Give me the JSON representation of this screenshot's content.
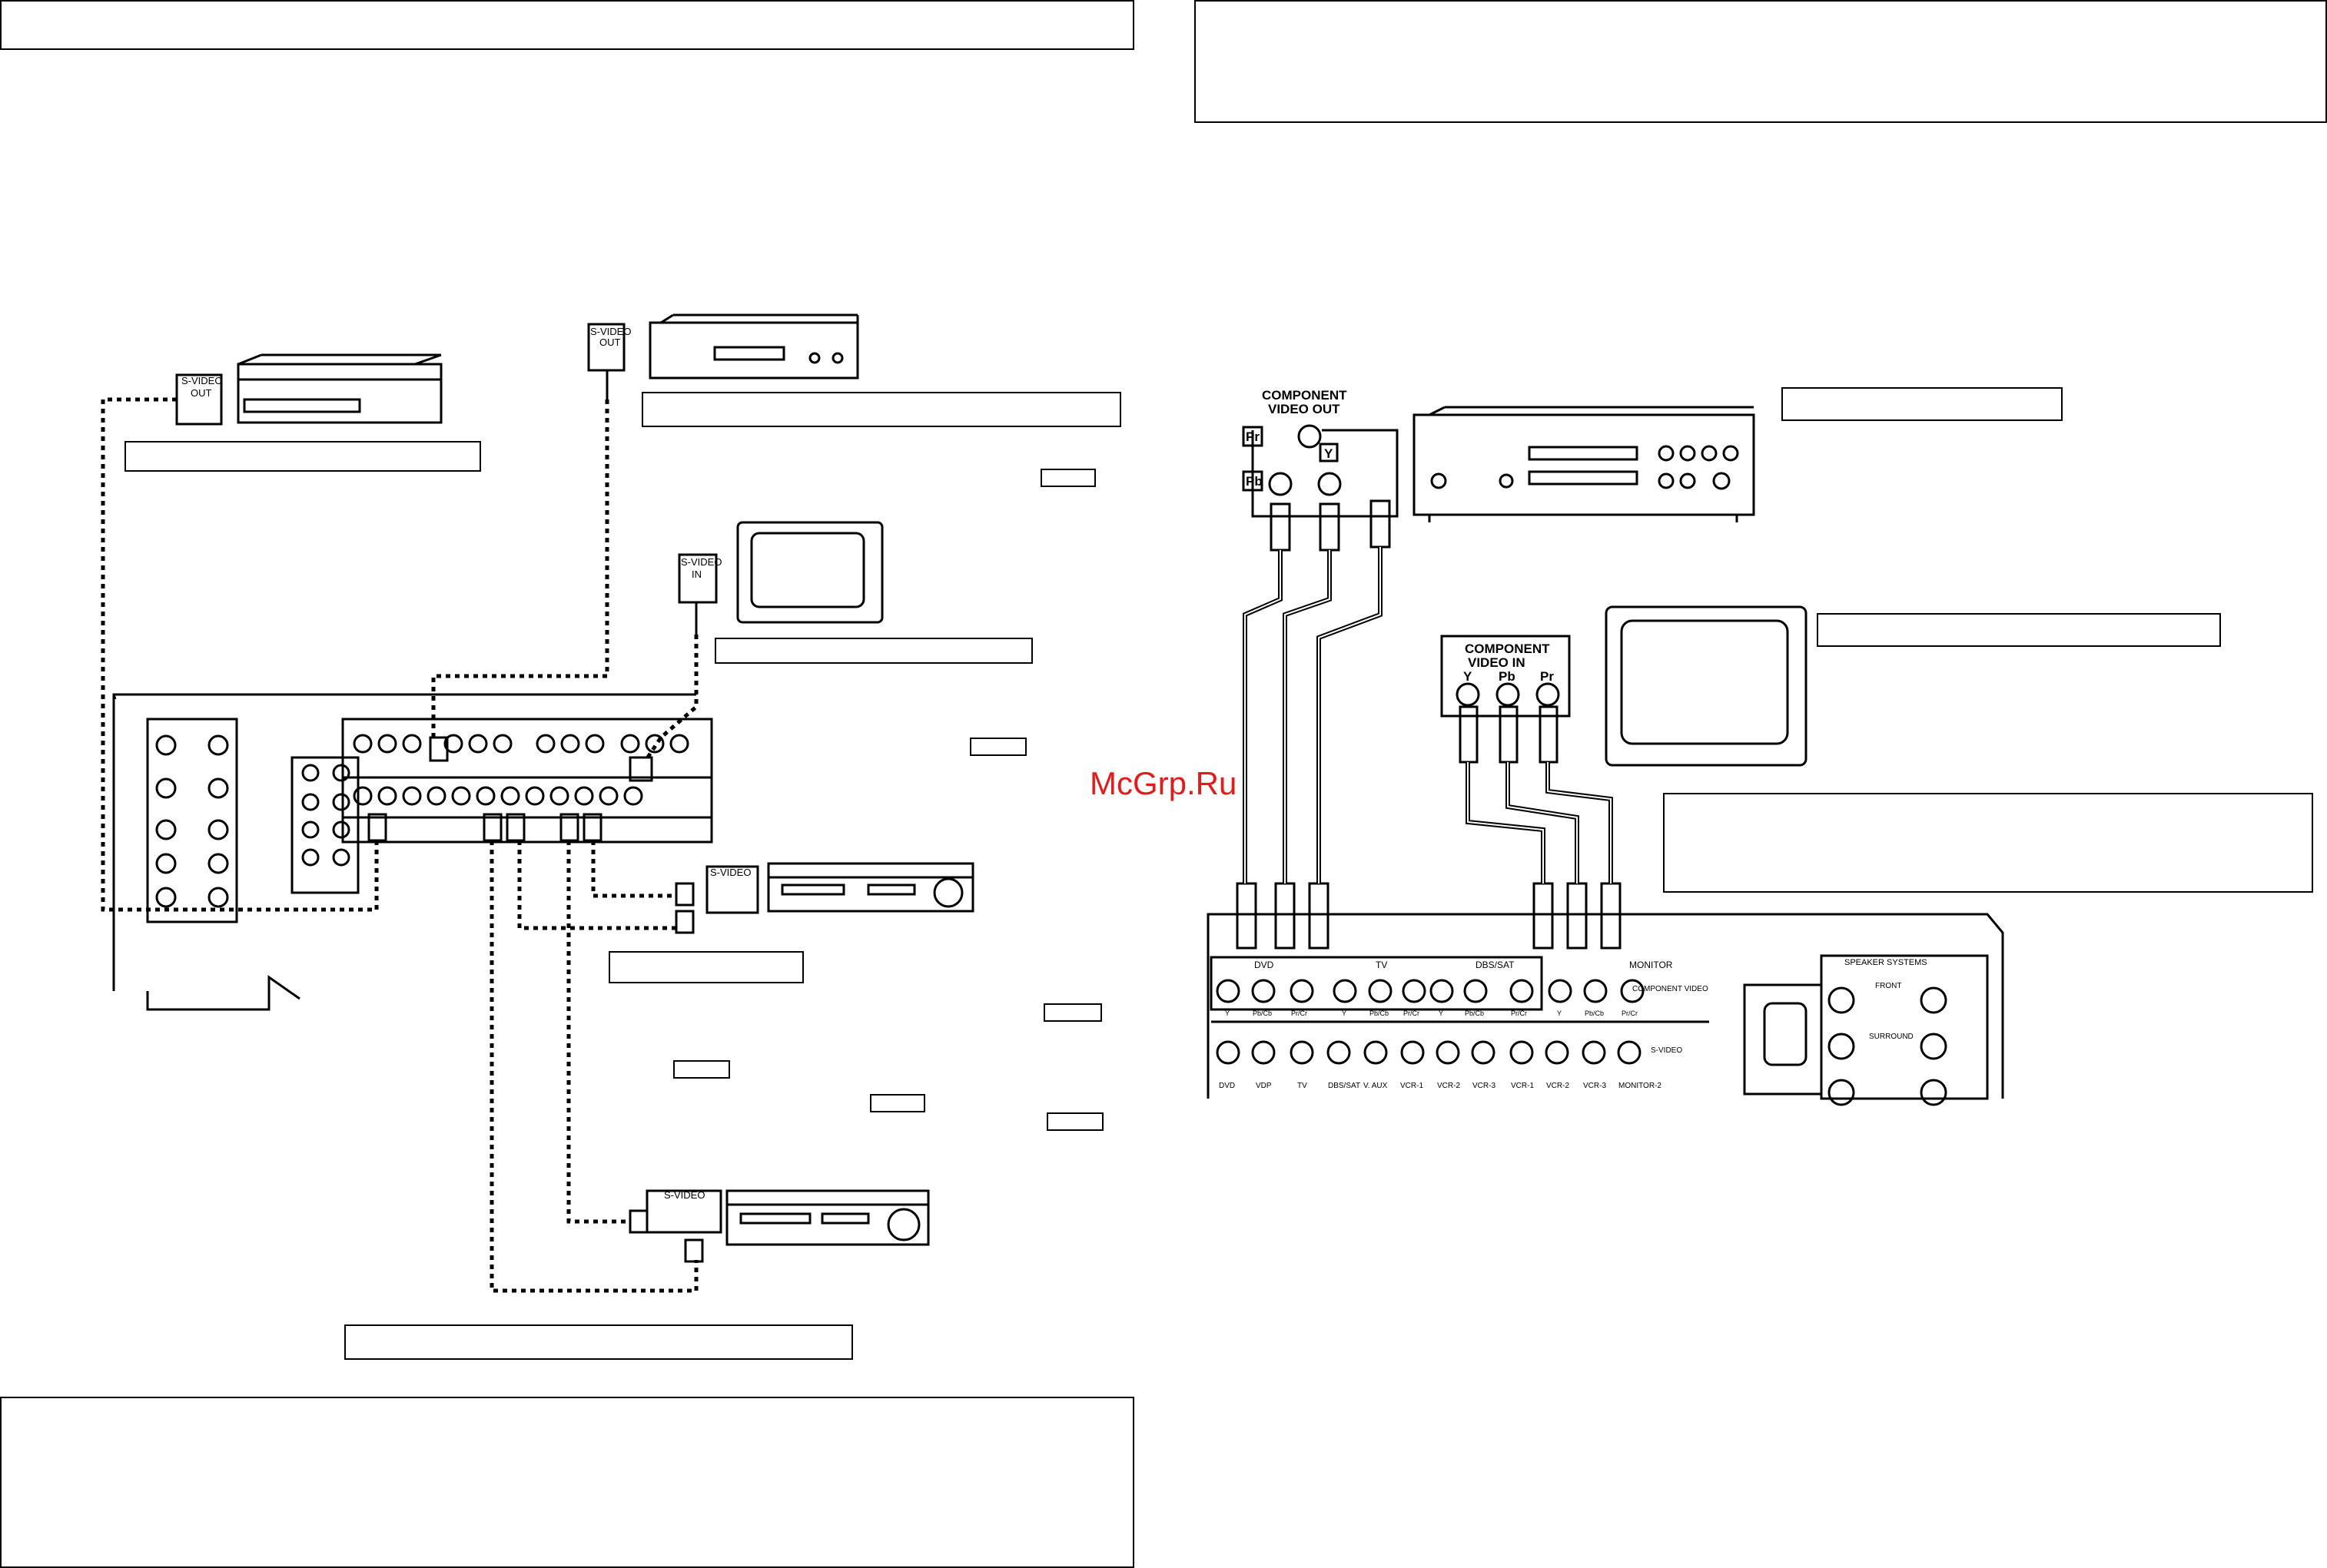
{
  "watermark": "McGrp.Ru",
  "left_diagram": {
    "svideo_out_label_1": "S-VIDEO",
    "svideo_out_sub_1": "OUT",
    "svideo_out_label_2": "S-VIDEO",
    "svideo_out_sub_2": "OUT",
    "svideo_in_label": "S-VIDEO",
    "svideo_in_sub": "IN",
    "svideo_vcr1_label": "S-VIDEO",
    "svideo_vcr2_label": "S-VIDEO",
    "in_sub": "IN",
    "out_sub": "OUT"
  },
  "right_diagram": {
    "component_out_title_1": "COMPONENT",
    "component_out_title_2": "VIDEO OUT",
    "jack_pr": "Pr",
    "jack_pb": "Pb",
    "jack_y": "Y",
    "component_in_title_1": "COMPONENT",
    "component_in_title_2": "VIDEO IN",
    "in_y": "Y",
    "in_pb": "Pb",
    "in_pr": "Pr",
    "panel_groups": [
      "DVD",
      "TV",
      "DBS/SAT",
      "MONITOR"
    ],
    "panel_top_jacks": [
      "Y",
      "Pb/Cb",
      "Pr/Cr",
      "Y",
      "Pb/Cb",
      "Pr/Cr",
      "Y",
      "Pb/Cb",
      "Pr/Cr",
      "Y",
      "Pb/Cb",
      "Pr/Cr"
    ],
    "panel_bottom_jacks": [
      "DVD",
      "VDP",
      "TV",
      "DBS/SAT",
      "V. AUX",
      "VCR-1",
      "VCR-2",
      "VCR-3",
      "VCR-1",
      "VCR-2",
      "VCR-3",
      "MONITOR-2"
    ],
    "component_video_text": "COMPONENT VIDEO",
    "s_video_text": "S-VIDEO",
    "speaker_systems": "SPEAKER SYSTEMS",
    "front": "FRONT",
    "surround": "SURROUND"
  }
}
